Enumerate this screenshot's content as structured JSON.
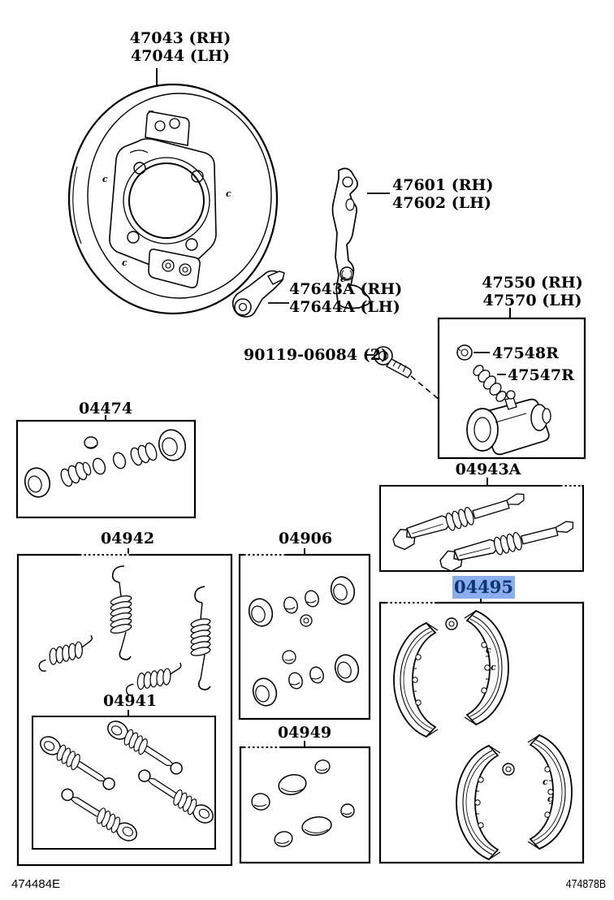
{
  "page": {
    "background": "#ffffff",
    "line_color": "#000000"
  },
  "highlight": {
    "bg": "#8badec",
    "text_color": "#0b3570"
  },
  "callouts": {
    "backing_plate_rh": "47043 (RH)",
    "backing_plate_lh": "47044 (LH)",
    "shoe_adjuster_lever_rh": "47601 (RH)",
    "shoe_adjuster_lever_lh": "47602 (LH)",
    "parking_brake_lever_rh": "47643A (RH)",
    "parking_brake_lever_lh": "47644A (LH)",
    "wheel_cylinder_rh": "47550 (RH)",
    "wheel_cylinder_lh": "47570 (LH)",
    "bolt": "90119-06084 (2)",
    "bleeder_plug_cap": "47548R",
    "bleeder_plug": "47547R",
    "cylinder_repair_kit": "04474",
    "adjuster_kit": "04943A",
    "spring_kit": "04942",
    "cup_kit": "04906",
    "brake_shoe_kit": "04495",
    "pin_kit": "04941",
    "plug_kit": "04949"
  },
  "footer": {
    "left_code": "474484E",
    "right_code": "474878B"
  },
  "marks": {
    "clip": "c"
  }
}
